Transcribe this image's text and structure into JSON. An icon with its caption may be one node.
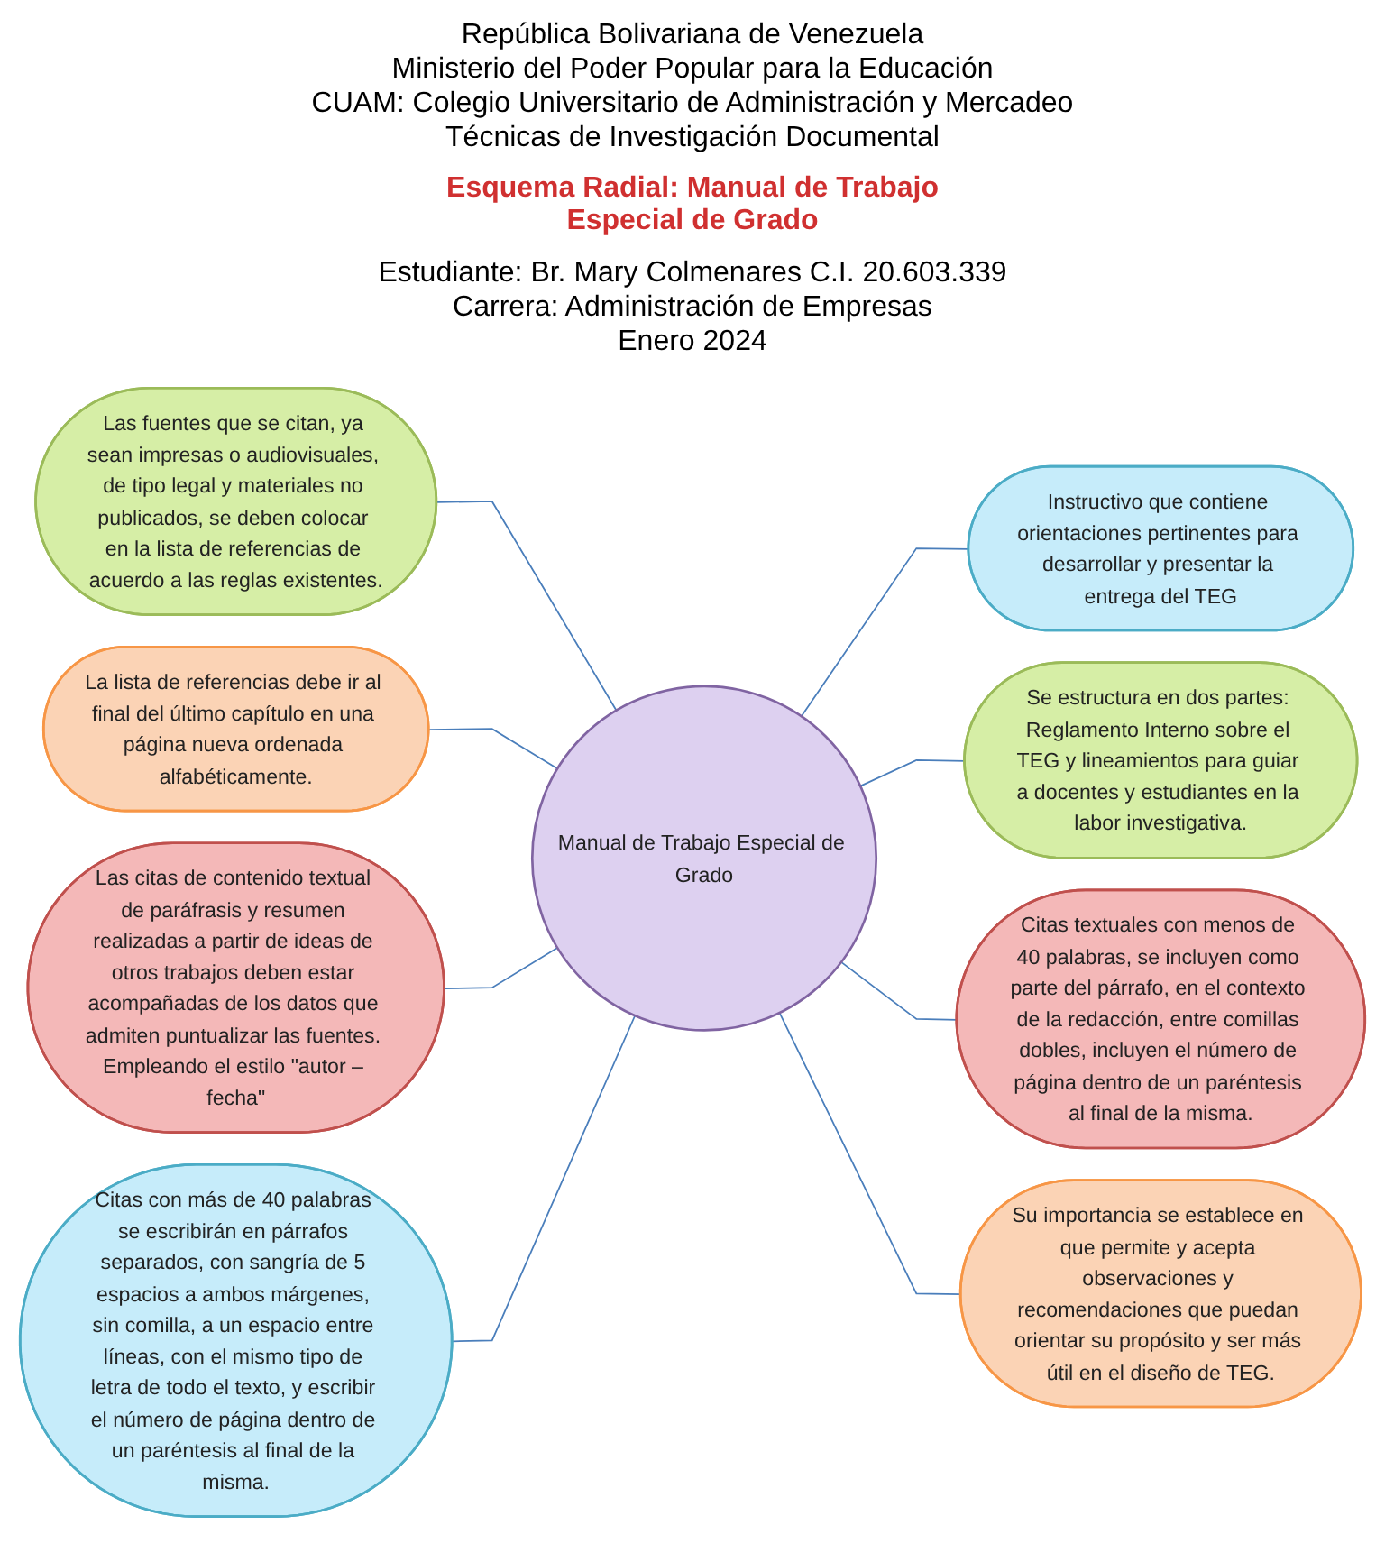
{
  "diagram": {
    "title": "Esquema Radial: Manual de Trabajo Especial de Grado",
    "labels": [
      "República Bolivariana de Venezuela",
      "Ministerio del Poder Popular para la Educación",
      "CUAM: Colegio Universitario de Administración y Mercadeo",
      "Técnicas de Investigación Documental",
      "Estudiante: Br. Mary Colmenares C.I. 20.603.339",
      "Carrera: Administración de Empresas",
      "Enero 2024"
    ],
    "nodes": [
      {
        "text": [
          "Las fuentes que se citan, ya sean impresas o audiovisuales, de tipo legal y materiales no publicados, se deben colocar en la lista de referencias de acuerdo a las reglas existentes."
        ]
      },
      {
        "text": [
          "La lista de referencias debe ir al final del último capítulo en una página nueva ordenada alfabéticamente."
        ]
      },
      {
        "text": [
          "Instructivo que contiene orientaciones pertinentes para desarrollar y presentar la entrega del TEG"
        ]
      },
      {
        "text": [
          "Las citas de contenido textual de paráfrasis y resumen realizadas a partir de ideas de otros trabajos deben estar acompañadas de los datos que admiten puntualizar las fuentes. Empleando el estilo \"autor – fecha\""
        ]
      },
      {
        "text": [
          "Manual de Trabajo Especial de Grado"
        ]
      },
      {
        "text": [
          "Se estructura en dos partes: Reglamento Interno sobre el TEG y lineamientos para guiar a docentes y estudiantes en la labor investigativa."
        ]
      },
      {
        "text": [
          "Citas con más de 40 palabras se escribirán en párrafos separados, con sangría de 5 espacios a ambos márgenes, sin comilla, a un espacio entre líneas, con el mismo tipo de letra de todo el texto, y escribir el número de página dentro de un paréntesis al final de la misma."
        ]
      },
      {
        "text": [
          "Citas textuales con menos de 40 palabras, se incluyen como parte del párrafo, en el contexto de la redacción, entre comillas dobles, incluyen el número de página dentro de un paréntesis al final de la misma."
        ]
      },
      {
        "text": [
          "Su importancia se establece en que permite y acepta observaciones y recomendaciones que puedan orientar su propósito y ser más útil en el diseño de TEG."
        ]
      }
    ],
    "edges": [
      {
        "from": 0,
        "to": 4,
        "arrow": "none"
      },
      {
        "from": 1,
        "to": 4,
        "arrow": "none"
      },
      {
        "from": 4,
        "to": 2,
        "arrow": "none"
      },
      {
        "from": 3,
        "to": 4,
        "arrow": "none"
      },
      {
        "from": 4,
        "to": 5,
        "arrow": "none"
      },
      {
        "from": 6,
        "to": 4,
        "arrow": "none"
      },
      {
        "from": 4,
        "to": 7,
        "arrow": "none"
      },
      {
        "from": 4,
        "to": 8,
        "arrow": "none"
      }
    ]
  }
}
